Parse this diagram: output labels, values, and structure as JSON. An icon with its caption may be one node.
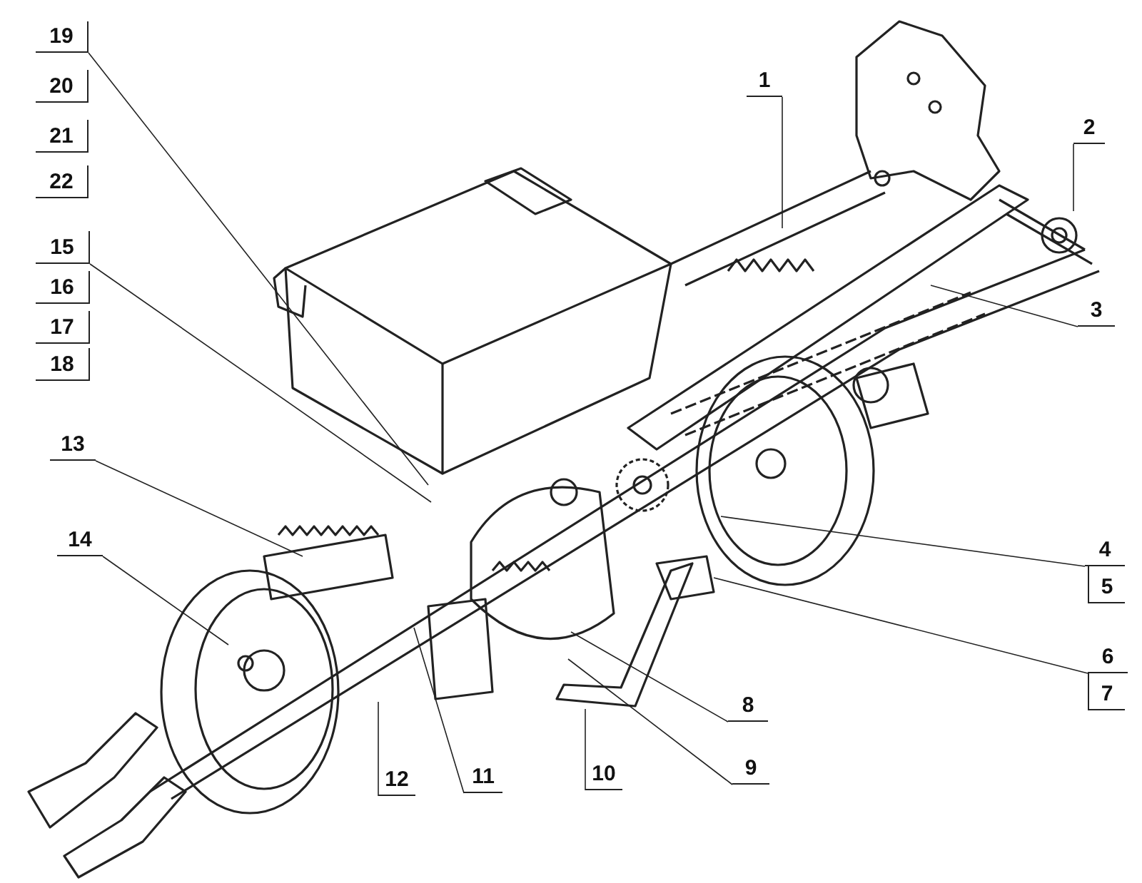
{
  "diagram": {
    "nodes": [
      {
        "text": [
          "19"
        ]
      },
      {
        "text": [
          "20"
        ]
      },
      {
        "text": [
          "21"
        ]
      },
      {
        "text": [
          "22"
        ]
      },
      {
        "text": [
          "1"
        ]
      },
      {
        "text": [
          "2"
        ]
      },
      {
        "text": [
          "15"
        ]
      },
      {
        "text": [
          "16"
        ]
      },
      {
        "text": [
          "17"
        ]
      },
      {
        "text": [
          "18"
        ]
      },
      {
        "text": [
          "3"
        ]
      },
      {
        "text": [
          "13"
        ]
      },
      {
        "text": [
          "4"
        ]
      },
      {
        "text": [
          "5"
        ]
      },
      {
        "text": [
          "14"
        ]
      },
      {
        "text": [
          "6"
        ]
      },
      {
        "text": [
          "7"
        ]
      },
      {
        "text": [
          "8"
        ]
      },
      {
        "text": [
          "12"
        ]
      },
      {
        "text": [
          "11"
        ]
      },
      {
        "text": [
          "10"
        ]
      },
      {
        "text": [
          "9"
        ]
      }
    ],
    "edges": [
      {
        "from": 0,
        "to": null,
        "arrow": "none"
      },
      {
        "from": 4,
        "to": null,
        "arrow": "none"
      },
      {
        "from": 5,
        "to": null,
        "arrow": "none"
      },
      {
        "from": 6,
        "to": null,
        "arrow": "none"
      },
      {
        "from": 10,
        "to": null,
        "arrow": "none"
      },
      {
        "from": 11,
        "to": null,
        "arrow": "none"
      },
      {
        "from": 12,
        "to": null,
        "arrow": "none"
      },
      {
        "from": 14,
        "to": null,
        "arrow": "none"
      },
      {
        "from": 15,
        "to": null,
        "arrow": "none"
      },
      {
        "from": 17,
        "to": null,
        "arrow": "none"
      },
      {
        "from": 18,
        "to": null,
        "arrow": "none"
      },
      {
        "from": 19,
        "to": null,
        "arrow": "none"
      },
      {
        "from": 20,
        "to": null,
        "arrow": "none"
      },
      {
        "from": 21,
        "to": null,
        "arrow": "none"
      }
    ]
  }
}
